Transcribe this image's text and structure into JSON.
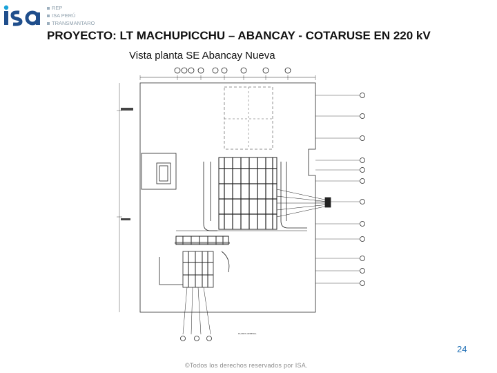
{
  "header": {
    "logo_text": "isa",
    "brand_items": [
      "REP",
      "ISA PERÚ",
      "TRANSMANTARO"
    ],
    "colors": {
      "logo": "#1f4e8c",
      "logo_accent": "#1aa3d9",
      "brand_text": "#8fa0ad"
    }
  },
  "slide": {
    "title": "PROYECTO: LT MACHUPICCHU – ABANCAY - COTARUSE EN 220 kV",
    "subtitle": "Vista planta SE Abancay Nueva"
  },
  "drawing": {
    "plan_label": "PLANTA GENERAL"
  },
  "footer": {
    "page_number": "24",
    "copyright": "©Todos los derechos reservados por ISA."
  }
}
